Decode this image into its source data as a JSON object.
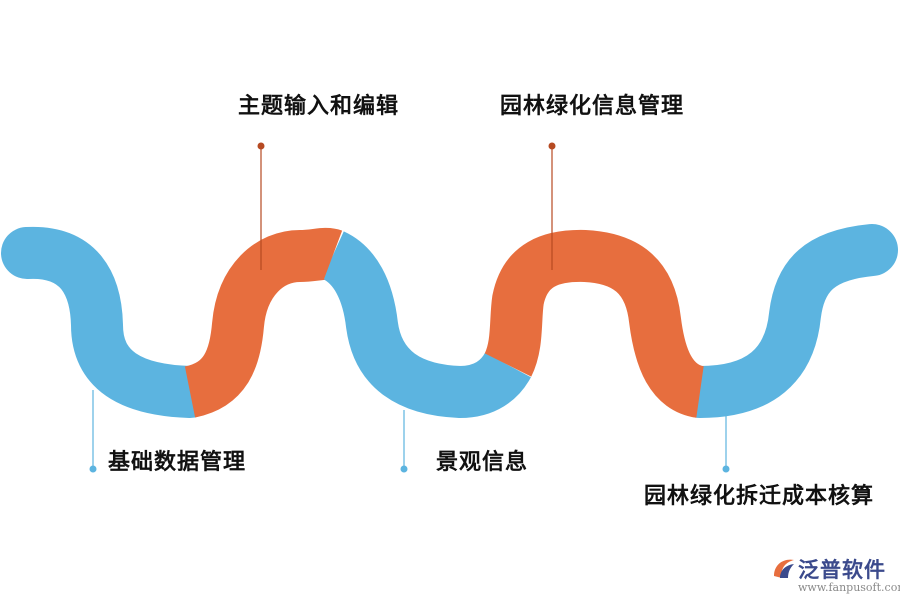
{
  "colors": {
    "blue": "#5cb4e0",
    "orange": "#e76e3e",
    "blue_marker": "#5cb4e0",
    "orange_marker": "#b64a22"
  },
  "labels": {
    "top_1": "主题输入和编辑",
    "top_2": "园林绿化信息管理",
    "bottom_1": "基础数据管理",
    "bottom_2": "景观信息",
    "bottom_3": "园林绿化拆迁成本核算"
  },
  "logo": {
    "name": "泛普软件",
    "url": "www.fanpusoft.com",
    "icon": "fanpu-logo-icon"
  }
}
